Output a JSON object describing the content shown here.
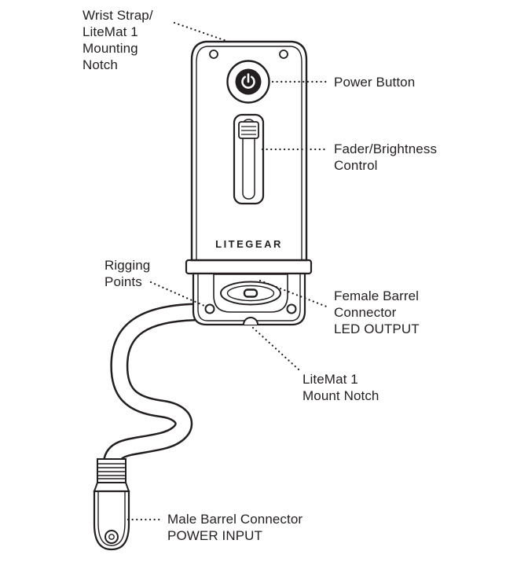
{
  "labels": {
    "wrist_strap": "Wrist Strap/\nLiteMat 1\nMounting\nNotch",
    "power_button": "Power Button",
    "fader": "Fader/Brightness\nControl",
    "rigging": "Rigging\nPoints",
    "female_barrel": "Female Barrel\nConnector\nLED OUTPUT",
    "litemat_notch": "LiteMat 1\nMount Notch",
    "male_barrel": "Male Barrel Connector\nPOWER INPUT"
  },
  "device": {
    "brand": "LITEGEAR"
  },
  "colors": {
    "line": "#231f20",
    "background": "#ffffff"
  }
}
